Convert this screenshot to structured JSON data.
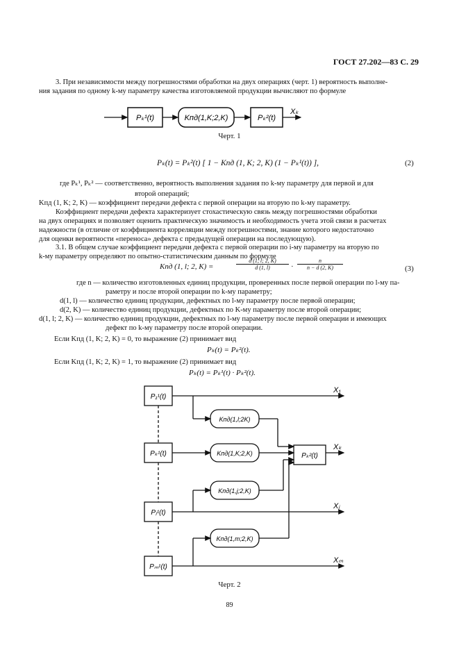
{
  "header": "ГОСТ 27.202—83 С. 29",
  "section3": {
    "line1": "3. При независимости между погрешностями обработки на двух операциях (черт. 1) вероятность выполне-",
    "line2": "ния задания по одному k-му параметру качества изготовляемой продукции вычисляют по формуле"
  },
  "fig1": {
    "box1": "Pₖ¹(t)",
    "box2": "Kпд(1,K;2,K)",
    "box3": "Pₖ²(t)",
    "out": "Xₖ",
    "caption": "Черт. 1"
  },
  "formula2": {
    "text": "Pₖ(t) = Pₖ²(t) [ 1 − Kпд (1, K; 2, K) (1 − Pₖ¹(t)) ],",
    "number": "(2)"
  },
  "where1": {
    "l1": "где Pₖ¹, Pₖ² — соответственно, вероятность выполнения задания по k-му параметру для первой и для",
    "l2": "второй операций;",
    "l3": "Kпд (1, K; 2, K) — коэффициент передачи дефекта с первой операции на вторую по k-му параметру."
  },
  "para1": [
    "Коэффициент передачи дефекта характеризует стохастическую связь между погрешностями обработки",
    "на двух операциях и позволяет оценить практическую значимость и необходимость учета этой связи в расчетах",
    "надежности (в отличие от коэффициента корреляции между погрешностями, знание которого недостаточно",
    "для оценки вероятности «переноса» дефекта с предыдущей операции на последующую)."
  ],
  "para2": [
    "3.1. В общем случае коэффициент передачи дефекта с первой операции по i-му параметру на вторую по",
    "k-му параметру определяют по опытно-статистическим данным по формуле"
  ],
  "formula3": {
    "left": "Kпд (1, l; 2, K) =",
    "num1": "d (1, l; 2, K)",
    "den1": "d (1, l)",
    "num2": "n",
    "den2": "n − d (2, K)",
    "number": "(3)"
  },
  "where2": [
    "где n — количество изготовленных единиц продукции, проверенных после первой операции по l-му па-",
    "раметру и после второй операции по k-му параметру;",
    "d(1, l) — количество единиц продукции, дефектных по l-му параметру после первой операции;",
    "d(2, K) — количество единиц продукции, дефектных по K-му параметру после второй операции;",
    "d(1, l; 2, K) — количество единиц продукции, дефектных по l-му параметру после первой операции и имеющих",
    "дефект по k-му параметру после второй операции."
  ],
  "case0": "Если Kпд (1, K; 2, K) = 0, то выражение (2) принимает вид",
  "eq0": "Pₖ(t) = Pₖ²(t).",
  "case1": "Если Kпд (1, K; 2, K) = 1, то выражение (2) принимает вид",
  "eq1": "Pₖ(t) = Pₖ¹(t) · Pₖ²(t).",
  "fig2": {
    "p1": "P₁¹(t)",
    "pk": "Pₖ¹(t)",
    "pj": "Pⱼ¹(t)",
    "pm": "Pₘ¹(t)",
    "k11": "Kпд(1,l;2K)",
    "k1k": "Kпд(1,K;2,K)",
    "k1j": "Kпд(1,j;2,K)",
    "k1m": "Kпд(1,m;2,K)",
    "pk2": "Pₖ²(t)",
    "x1": "X₁",
    "xk": "Xₖ",
    "xj": "Xⱼ",
    "xm": "Xₘ",
    "caption": "Черт. 2"
  },
  "page_number": "89"
}
